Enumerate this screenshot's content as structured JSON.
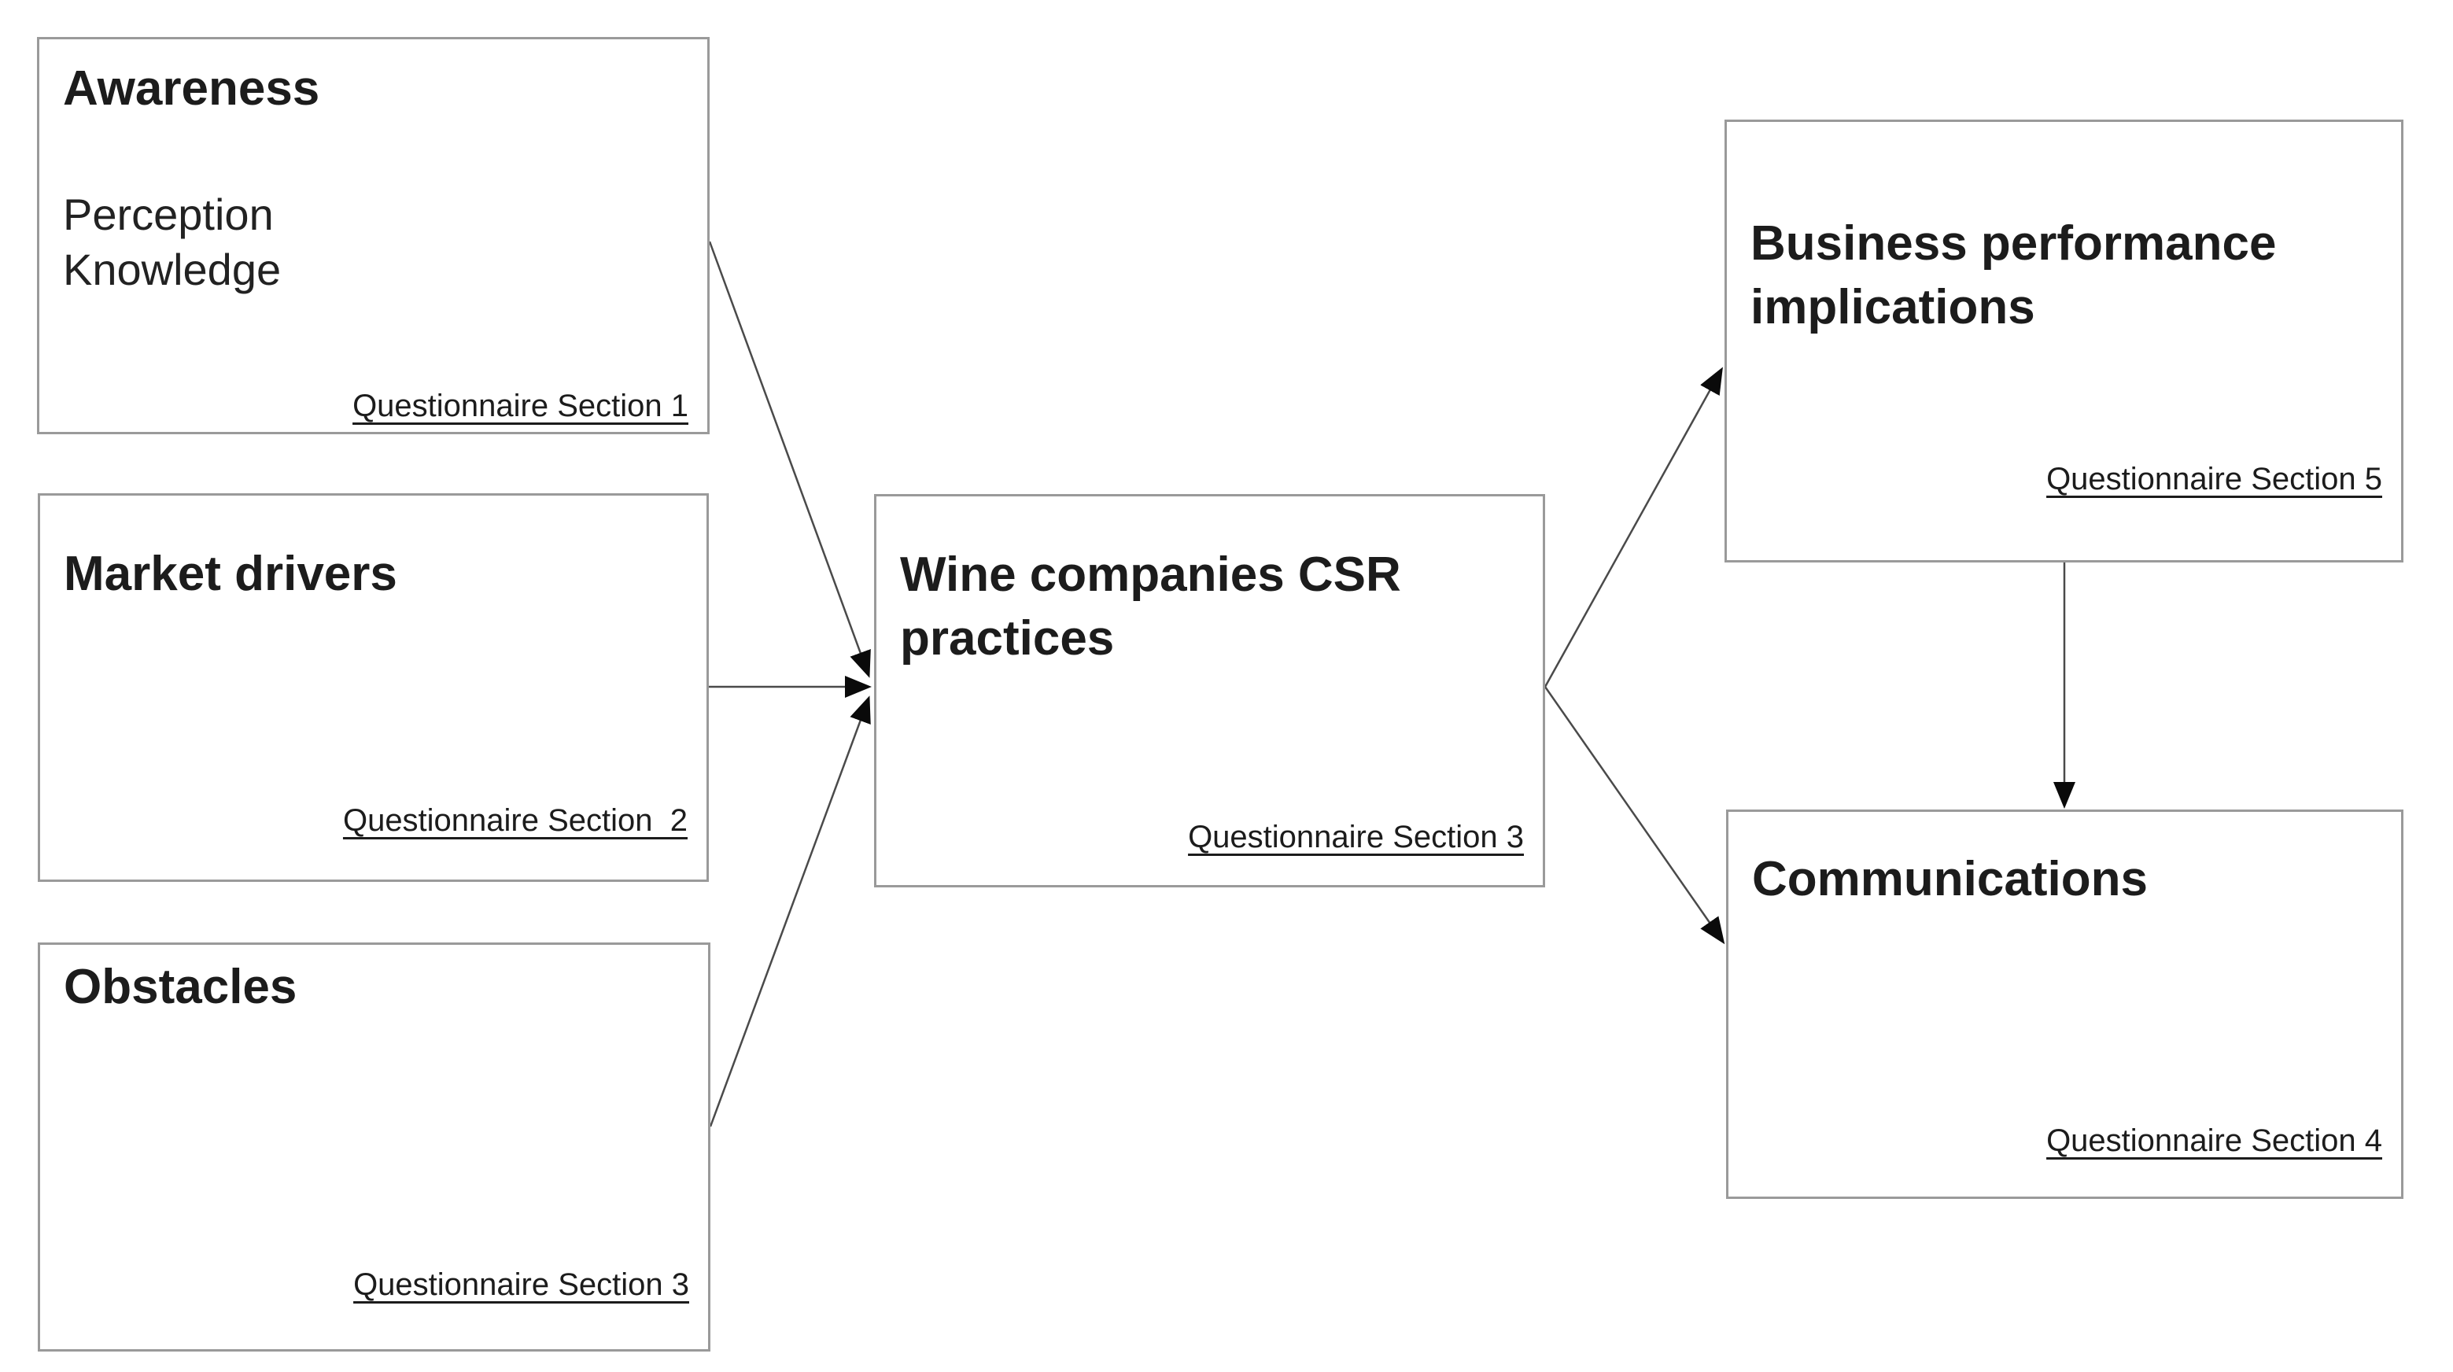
{
  "diagram": {
    "nodes": {
      "awareness": {
        "title": "Awareness",
        "body_line1": "Perception",
        "body_line2": "Knowledge",
        "section": "Questionnaire Section 1"
      },
      "market_drivers": {
        "title": "Market drivers",
        "section": "Questionnaire Section  2"
      },
      "obstacles": {
        "title": "Obstacles",
        "section": "Questionnaire Section 3"
      },
      "csr_practices": {
        "title_line1": "Wine companies CSR",
        "title_line2": "practices",
        "section": "Questionnaire Section 3"
      },
      "business_performance": {
        "title_line1": "Business performance",
        "title_line2": "implications",
        "section": "Questionnaire Section 5"
      },
      "communications": {
        "title": "Communications",
        "section": "Questionnaire Section 4"
      }
    },
    "colors": {
      "background": "#ffffff",
      "box_border": "#9a9a9a",
      "text": "#1c1c1c",
      "connector_line": "#4a4a4a",
      "arrowhead": "#0a0a0a"
    }
  }
}
